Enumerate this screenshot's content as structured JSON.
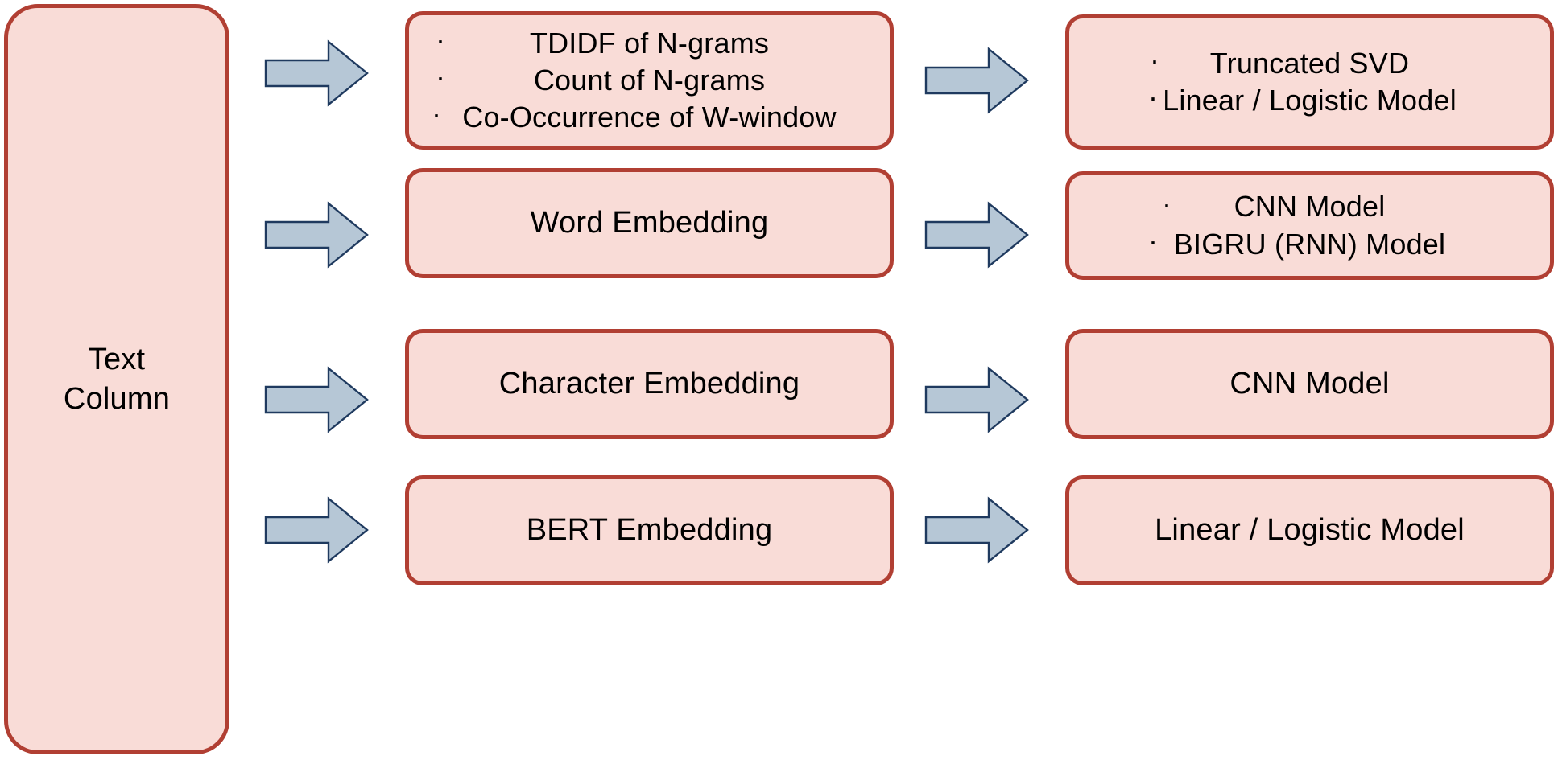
{
  "diagram": {
    "title": "Text Column modeling pipeline",
    "colors": {
      "box_fill": "#f9dcd7",
      "box_border": "#b13f33",
      "arrow_fill": "#b6c7d6",
      "arrow_border": "#1f3a5f",
      "text": "#000000",
      "background": "#ffffff"
    },
    "source": {
      "label_line1": "Text",
      "label_line2": "Column"
    },
    "rows": [
      {
        "id": "row-ngrams",
        "representation": {
          "name": "tfidf-ngrams-box",
          "lines": [
            {
              "text": "TDIDF of N-grams",
              "bullet": true
            },
            {
              "text": "Count of N-grams",
              "bullet": true
            },
            {
              "text": "Co-Occurrence of W-window",
              "bullet": true
            }
          ]
        },
        "model": {
          "name": "svd-linear-box",
          "lines": [
            {
              "text": "Truncated SVD",
              "bullet": true
            },
            {
              "text": "Linear / Logistic Model",
              "bullet": true
            }
          ]
        }
      },
      {
        "id": "row-word-embedding",
        "representation": {
          "name": "word-embedding-box",
          "lines": [
            {
              "text": "Word Embedding",
              "bullet": false
            }
          ]
        },
        "model": {
          "name": "cnn-bigru-box",
          "lines": [
            {
              "text": "CNN Model",
              "bullet": true
            },
            {
              "text": "BIGRU (RNN) Model",
              "bullet": true
            }
          ]
        }
      },
      {
        "id": "row-character-embedding",
        "representation": {
          "name": "character-embedding-box",
          "lines": [
            {
              "text": "Character Embedding",
              "bullet": false
            }
          ]
        },
        "model": {
          "name": "cnn-box",
          "lines": [
            {
              "text": "CNN Model",
              "bullet": false
            }
          ]
        }
      },
      {
        "id": "row-bert-embedding",
        "representation": {
          "name": "bert-embedding-box",
          "lines": [
            {
              "text": "BERT Embedding",
              "bullet": false
            }
          ]
        },
        "model": {
          "name": "linear-logistic-box",
          "lines": [
            {
              "text": "Linear / Logistic Model",
              "bullet": false
            }
          ]
        }
      }
    ],
    "arrows": [
      {
        "name": "arrow-source-to-ngrams",
        "from": "Text Column",
        "to": "TDIDF of N-grams"
      },
      {
        "name": "arrow-ngrams-to-svd",
        "from": "TDIDF of N-grams",
        "to": "Truncated SVD"
      },
      {
        "name": "arrow-source-to-word-embedding",
        "from": "Text Column",
        "to": "Word Embedding"
      },
      {
        "name": "arrow-word-embedding-to-cnn-bigru",
        "from": "Word Embedding",
        "to": "CNN Model"
      },
      {
        "name": "arrow-source-to-char-embedding",
        "from": "Text Column",
        "to": "Character Embedding"
      },
      {
        "name": "arrow-char-embedding-to-cnn",
        "from": "Character Embedding",
        "to": "CNN Model"
      },
      {
        "name": "arrow-source-to-bert-embedding",
        "from": "Text Column",
        "to": "BERT Embedding"
      },
      {
        "name": "arrow-bert-embedding-to-linear",
        "from": "BERT Embedding",
        "to": "Linear / Logistic Model"
      }
    ]
  }
}
